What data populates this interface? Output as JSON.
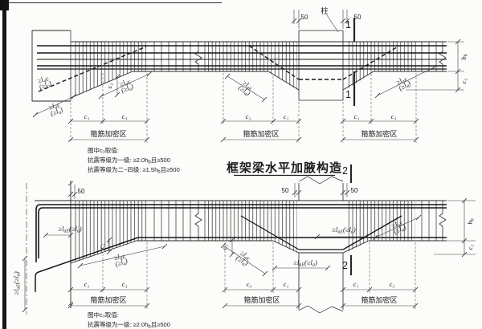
{
  "title": "框架梁水平加腋构造",
  "notes": {
    "heading": "图中c₃取值:",
    "l1_pre": "抗震等级为一级: ≥2.0h",
    "l1_sub": "b",
    "l1_post": "且≥500",
    "l2_pre": "抗震等级为二~四级: ≥1.5h",
    "l2_sub": "b",
    "l2_post": "且≥500"
  },
  "labels": {
    "zone": "箍筋加密区",
    "column": "柱",
    "c1": "c₁",
    "c2": "c₂",
    "c3": "c₃",
    "d50": "50",
    "sec1": "1",
    "sec2": "2",
    "b_main": "b",
    "h_main": "h",
    "width_sub": "b",
    "anchor": {
      "a": "≥l",
      "b": "aE",
      "c": "(≥l",
      "d": "a",
      "e": ")"
    }
  },
  "colors": {
    "ink": "#262626",
    "paper": "#fcfcfa"
  }
}
